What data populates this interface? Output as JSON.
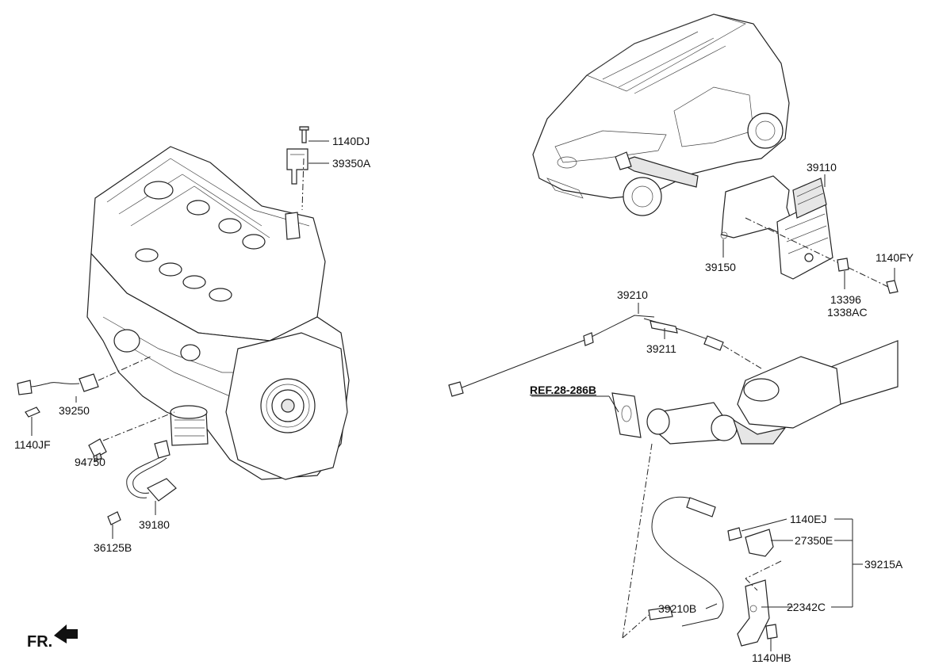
{
  "labels": {
    "p1140DJ": "1140DJ",
    "p39350A": "39350A",
    "p39110": "39110",
    "p39150": "39150",
    "p1140FY": "1140FY",
    "p13396": "13396",
    "p1338AC": "1338AC",
    "p39210": "39210",
    "p39211": "39211",
    "ref": "REF.28-286B",
    "p39250": "39250",
    "p1140JF": "1140JF",
    "p94750": "94750",
    "p39180": "39180",
    "p36125B": "36125B",
    "p1140EJ": "1140EJ",
    "p27350E": "27350E",
    "p39215A": "39215A",
    "p39210B": "39210B",
    "p22342C": "22342C",
    "p1140HB": "1140HB"
  },
  "direction": {
    "text": "FR."
  },
  "colors": {
    "line": "#222222",
    "background": "#ffffff"
  }
}
